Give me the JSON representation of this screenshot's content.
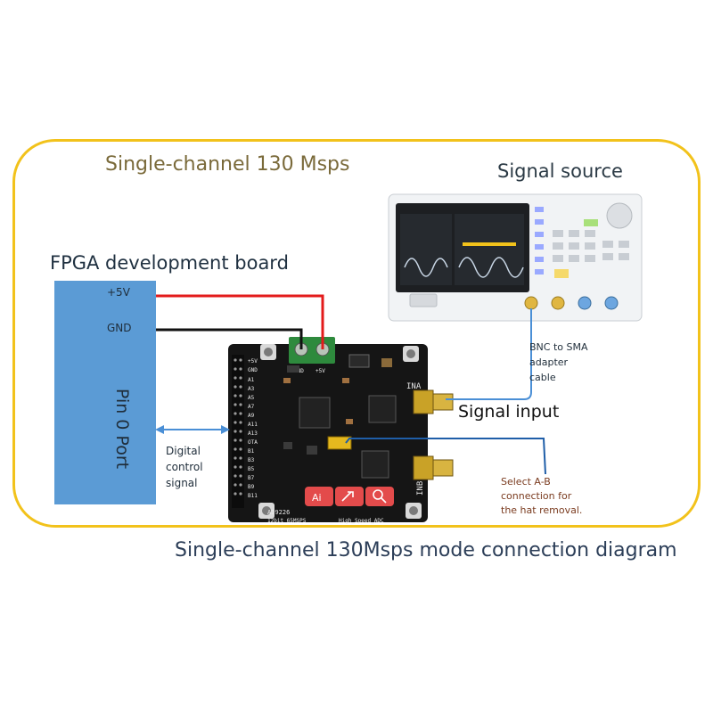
{
  "title": "Single-channel 130 Msps",
  "signal_source_label": "Signal source",
  "fpga": {
    "title": "FPGA development board",
    "plus5v": "+5V",
    "gnd": "GND",
    "port": "Pin 0 Port"
  },
  "digital_label": "Digital\ncontrol\nsignal",
  "bnc_label": "BNC to SMA\nadapter\ncable",
  "signal_input_label": "Signal input",
  "select_label": "Select A-B\nconnection for\nthe hat removal.",
  "caption": "Single-channel 130Msps mode connection diagram",
  "board": {
    "terminal_gnd": "GND",
    "terminal_5v": "+5V",
    "ina": "INA",
    "inb": "INB",
    "model": "AD9226",
    "subtitle_left": "12bit  65MSPS",
    "subtitle_right": "High_Speed_ADC",
    "pin_labels": [
      "+5V",
      "GND",
      "A1",
      "A3",
      "A5",
      "A7",
      "A9",
      "A11",
      "A13",
      "OTA",
      "B1",
      "B3",
      "B5",
      "B7",
      "B9",
      "B11"
    ]
  },
  "colors": {
    "frame": "#f2c21b",
    "fpga_board": "#5b9bd5",
    "wire_5v": "#e31b1b",
    "wire_gnd": "#111111",
    "select_line": "#1f5ea8",
    "arrow": "#4a8fd6"
  }
}
